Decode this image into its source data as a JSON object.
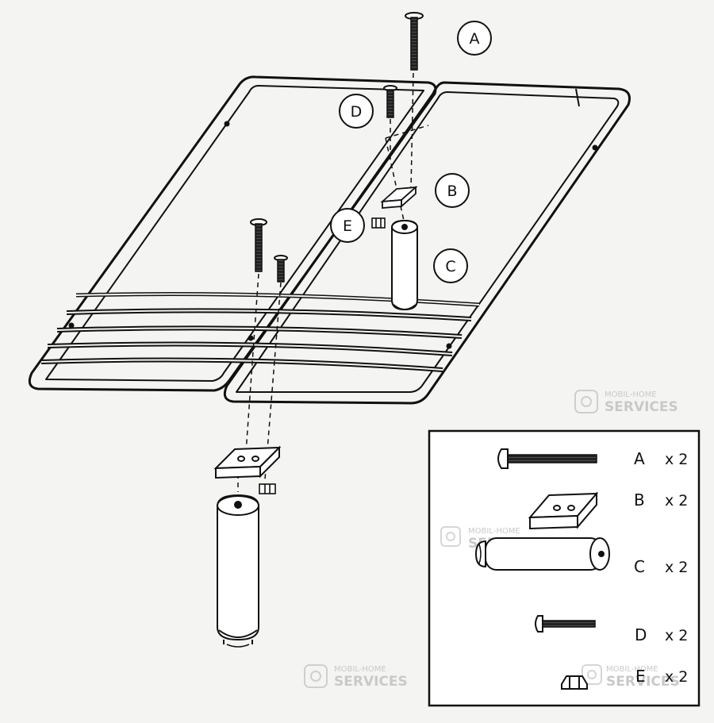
{
  "callouts": {
    "a": "A",
    "b": "B",
    "c": "C",
    "d": "D",
    "e": "E"
  },
  "legend": {
    "items": [
      {
        "letter": "A",
        "qty": "x 2",
        "part": "long-bolt"
      },
      {
        "letter": "B",
        "qty": "x 2",
        "part": "bracket"
      },
      {
        "letter": "C",
        "qty": "x 2",
        "part": "leg"
      },
      {
        "letter": "D",
        "qty": "x 2",
        "part": "short-bolt"
      },
      {
        "letter": "E",
        "qty": "x 2",
        "part": "nut"
      }
    ]
  },
  "watermark": {
    "line1": "MOBIL-HOME",
    "line2": "SERVICES"
  },
  "colors": {
    "ink": "#111111",
    "paper": "#f4f4f2",
    "watermark": "#c9c9c9"
  }
}
